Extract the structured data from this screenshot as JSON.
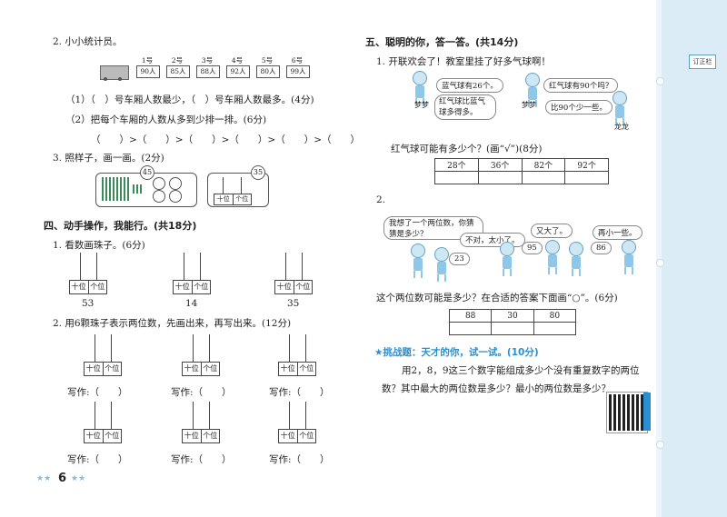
{
  "left": {
    "q2": {
      "title": "2. 小小统计员。",
      "car_numbers": [
        "1号",
        "2号",
        "3号",
        "4号",
        "5号",
        "6号"
      ],
      "car_values": [
        "90人",
        "85人",
        "88人",
        "92人",
        "80人",
        "99人"
      ],
      "line1": "（1）（　）号车厢人数最少，（　）号车厢人数最多。(4分)",
      "line2": "（2）把每个车厢的人数从多到少排一排。(6分)",
      "line3": "（　　）>（　　）>（　　）>（　　）>（　　）>（　　）"
    },
    "q3": {
      "title": "3. 照样子，画一画。(2分)",
      "label_left": "45",
      "label_right": "35",
      "ten": "十位",
      "one": "个位"
    },
    "section4": {
      "title": "四、动手操作，我能行。(共18分)",
      "q1_title": "1. 看数画珠子。(6分)",
      "numbers": [
        "53",
        "14",
        "35"
      ],
      "q2_title": "2. 用6颗珠子表示两位数，先画出来，再写出来。(12分)",
      "write": "写作:（　　）",
      "ten": "十位",
      "one": "个位"
    },
    "page_number": "6"
  },
  "right": {
    "section5": {
      "title": "五、聪明的你，答一答。(共14分)",
      "q1_title": "1. 开联欢会了！教室里挂了好多气球啊！",
      "bubble_a": "蓝气球有26个。",
      "bubble_b": "红气球比蓝气球多得多。",
      "bubble_c": "红气球有90个吗？",
      "bubble_d": "比90个少一些。",
      "name_left": "梦梦",
      "name_mid": "梦梦",
      "name_right": "龙龙",
      "q1_question": "红气球可能有多少个？(画“√”)(8分)",
      "q1_options": [
        "28个",
        "36个",
        "82个",
        "92个"
      ],
      "q2_title": "2.",
      "bubble_e": "我想了一个两位数，你猜猜是多少？",
      "bubble_f": "不对，太小了。",
      "bubble_g": "23",
      "bubble_h": "又大了。",
      "bubble_i": "95",
      "bubble_j": "再小一些。",
      "bubble_k": "86",
      "q2_question": "这个两位数可能是多少？在合适的答案下面画“○”。(6分)",
      "q2_options": [
        "88",
        "30",
        "80"
      ]
    },
    "challenge": {
      "title": "★挑战题：天才的你，试一试。(10分)",
      "line1": "用2，8，9这三个数字能组成多少个没有重复数字的两位",
      "line2": "数？其中最大的两位数是多少？最小的两位数是多少？"
    }
  },
  "sidebar": {
    "tab": "订正栏"
  },
  "colors": {
    "accent": "#2a8fd0",
    "sidebar": "#dcecf6"
  }
}
